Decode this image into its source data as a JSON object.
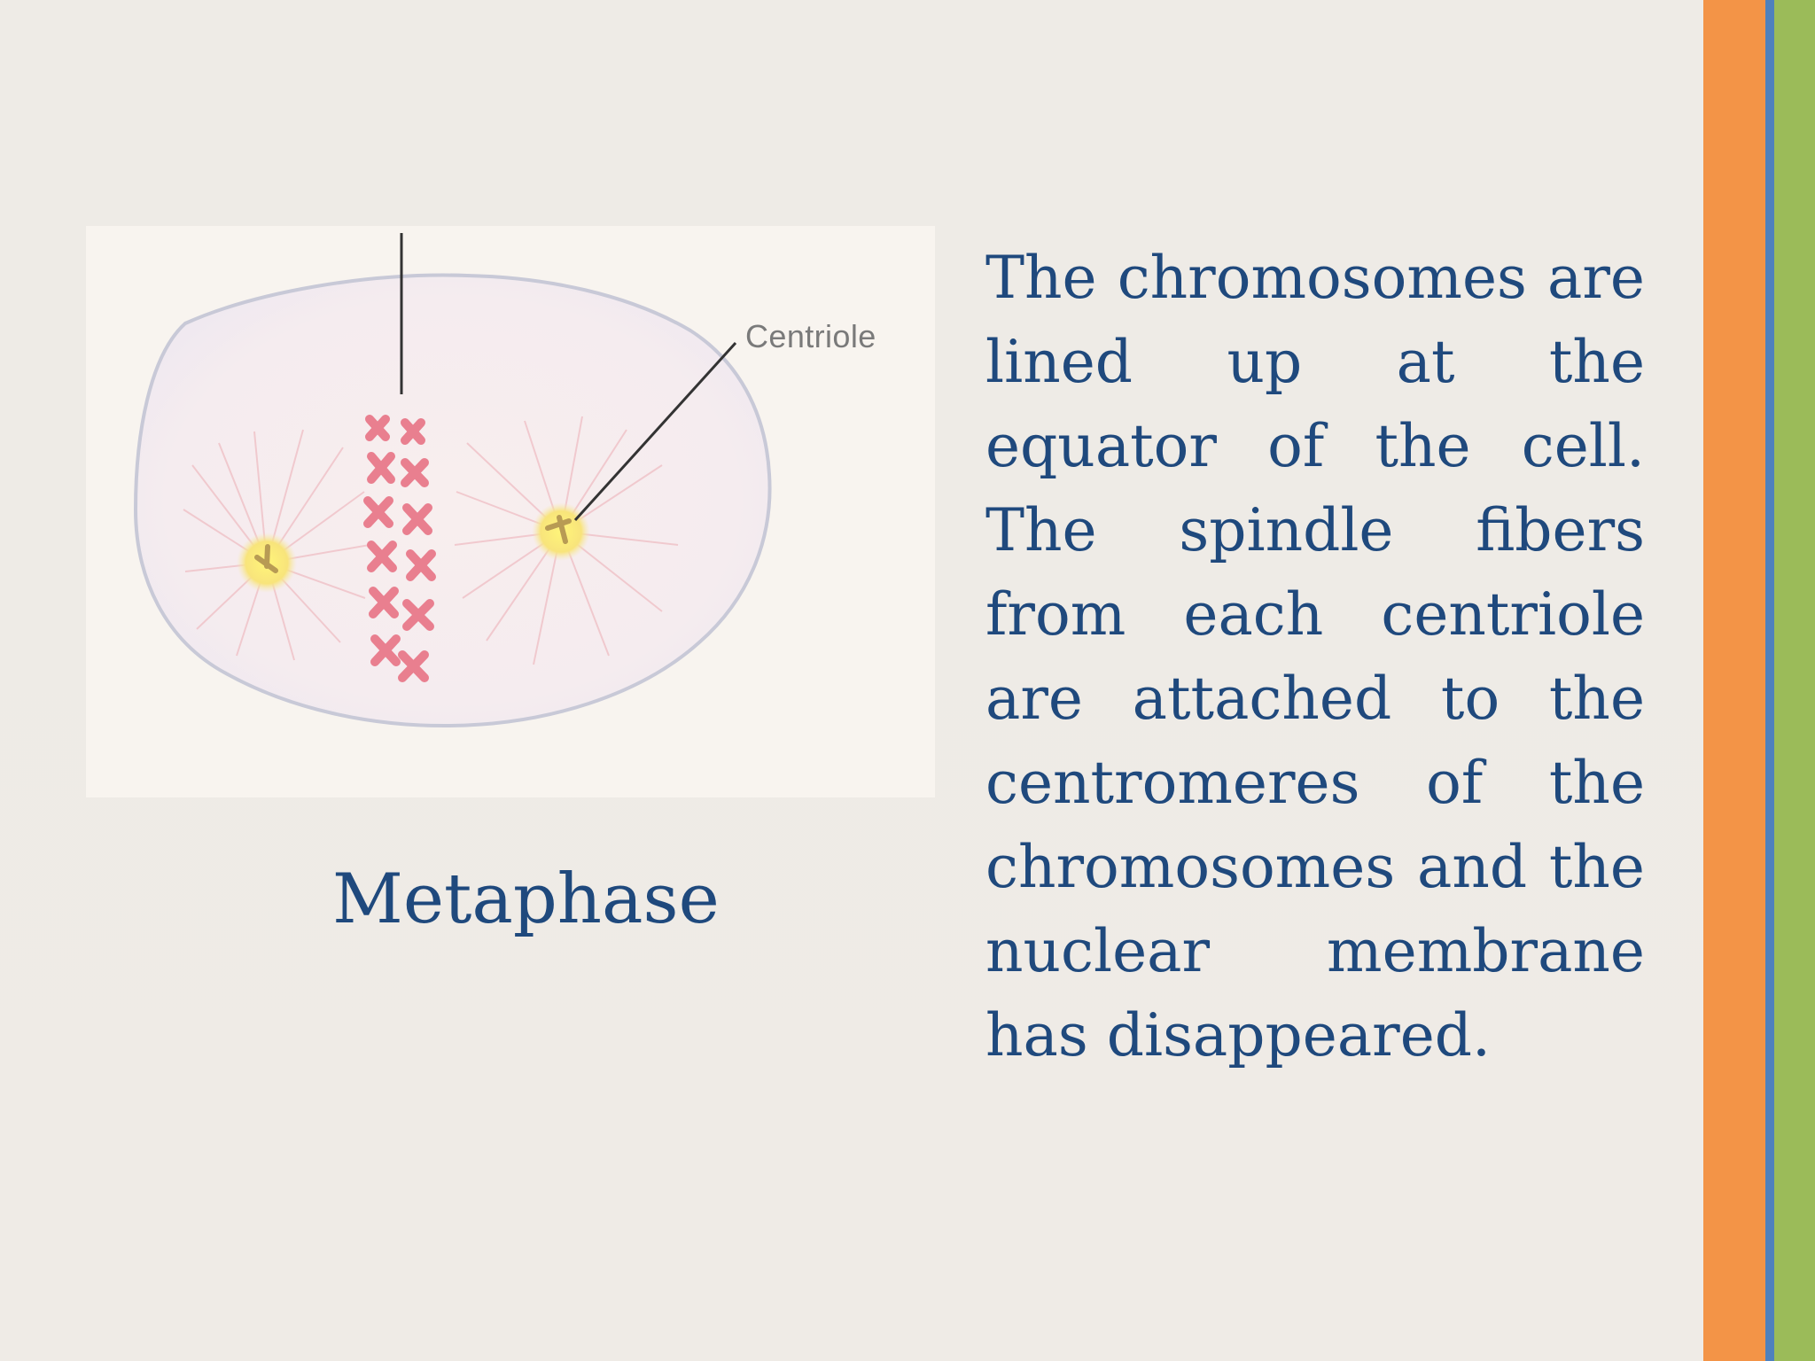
{
  "slide": {
    "background_color": "#efebe6",
    "accent_stripes": [
      "#f39447",
      "#4f81bd",
      "#9bbb59"
    ]
  },
  "diagram": {
    "centriole_label": "Centriole"
  },
  "caption": {
    "text": "Metaphase"
  },
  "description": {
    "text": "The chromosomes are lined up at the equator of the cell. The spindle fibers from each centriole are attached to the centromeres of the chromosomes and the nuclear membrane has disappeared."
  }
}
